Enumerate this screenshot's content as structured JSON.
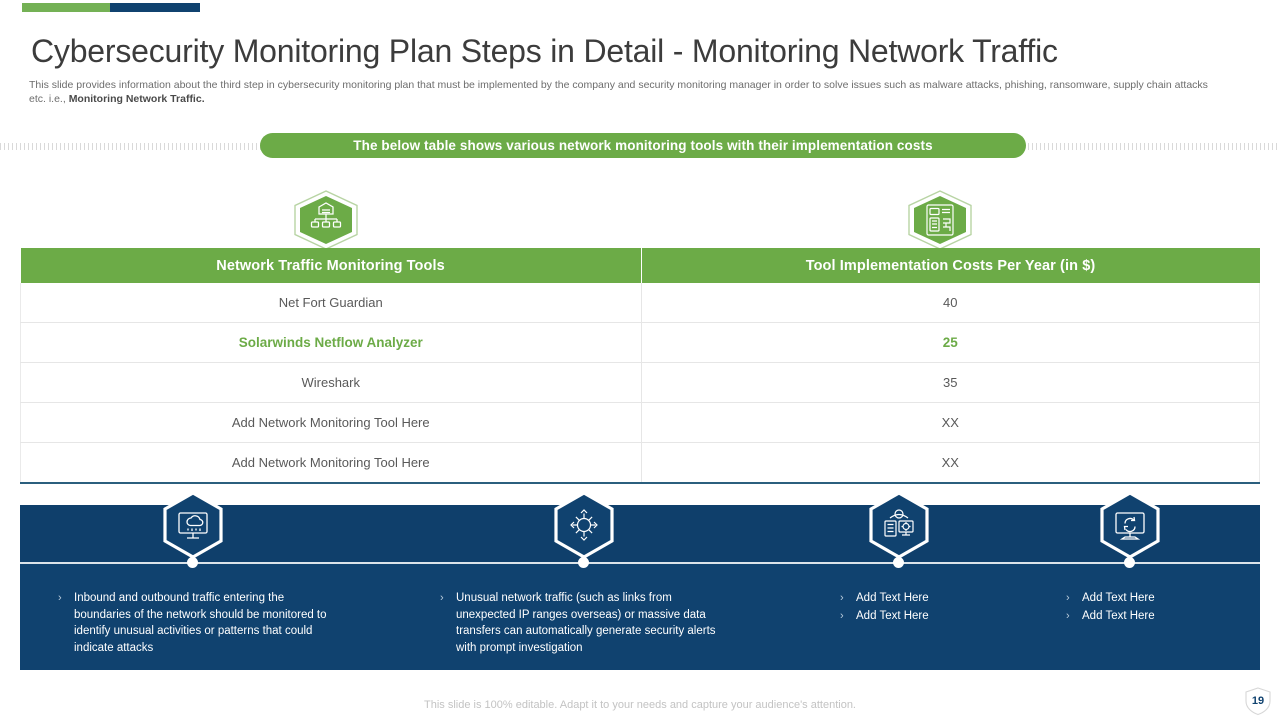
{
  "theme": {
    "green": "#6cab47",
    "dark_blue": "#10426f",
    "title_gray": "#3c3c3c",
    "body_gray": "#6d6d6d"
  },
  "header": {
    "title": "Cybersecurity Monitoring Plan Steps in Detail - Monitoring Network Traffic",
    "subtitle_part1": "This slide provides information about the third step in cybersecurity monitoring plan that must be implemented by the company and security monitoring manager in order to solve issues such as malware attacks, phishing, ransomware, supply chain attacks etc. i.e., ",
    "subtitle_bold": "Monitoring  Network Traffic."
  },
  "banner": {
    "text": "The below table shows various network monitoring tools with their implementation costs"
  },
  "icons": {
    "tools_hex": "network-hierarchy-icon",
    "costs_hex": "cost-document-icon"
  },
  "table": {
    "headers": [
      "Network Traffic Monitoring Tools",
      "Tool Implementation Costs  Per Year (in $)"
    ],
    "rows": [
      {
        "tool": "Net Fort Guardian",
        "cost": "40",
        "highlight": false
      },
      {
        "tool": "Solarwinds Netflow Analyzer",
        "cost": "25",
        "highlight": true
      },
      {
        "tool": "Wireshark",
        "cost": "35",
        "highlight": false
      },
      {
        "tool": "Add Network Monitoring Tool Here",
        "cost": "XX",
        "highlight": false
      },
      {
        "tool": "Add Network Monitoring Tool Here",
        "cost": "XX",
        "highlight": false
      }
    ]
  },
  "bottom": {
    "nodes": [
      {
        "icon": "monitor-cloud-icon"
      },
      {
        "icon": "network-share-icon"
      },
      {
        "icon": "server-settings-icon"
      },
      {
        "icon": "monitor-sync-icon"
      }
    ],
    "columns": [
      {
        "bullets": [
          "Inbound and outbound traffic entering the boundaries of the network should be monitored to identify unusual activities or patterns that could indicate attacks"
        ]
      },
      {
        "bullets": [
          "Unusual network traffic (such as links from unexpected IP ranges overseas) or massive data transfers can automatically generate security alerts with prompt investigation"
        ]
      },
      {
        "bullets": [
          "Add Text Here",
          "Add Text Here"
        ]
      },
      {
        "bullets": [
          "Add Text Here",
          "Add Text Here"
        ]
      }
    ],
    "bullet_marker": "›"
  },
  "footer": {
    "note": "This slide is 100% editable. Adapt it to your needs and capture your audience's attention.",
    "page_number": "19"
  }
}
